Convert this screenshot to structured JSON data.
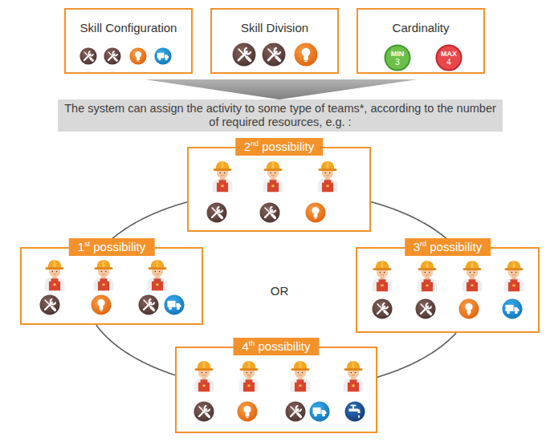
{
  "diagram": {
    "nodes": [
      {
        "text": [
          "Skill Configuration"
        ]
      },
      {
        "text": [
          "Skill Division"
        ]
      },
      {
        "text": [
          "Cardinality"
        ]
      },
      {
        "text": [
          "MIN",
          "3"
        ],
        "in": 2
      },
      {
        "text": [
          "MAX",
          "4"
        ],
        "in": 2
      },
      {
        "text": [
          "The system can assign the activity to some type of teams*, according to the number of required resources, e.g. :"
        ]
      },
      {
        "text": [
          "2nd possibility"
        ]
      },
      {
        "text": [
          "1st possibility"
        ]
      },
      {
        "text": [
          "3rd possibility"
        ]
      },
      {
        "text": [
          "4th possibility"
        ]
      }
    ],
    "edges": [
      {
        "from": 6,
        "to": 7,
        "arrow": "none"
      },
      {
        "from": 6,
        "to": 8,
        "arrow": "none"
      },
      {
        "from": 7,
        "to": 9,
        "arrow": "none"
      },
      {
        "from": 8,
        "to": 9,
        "arrow": "none"
      }
    ],
    "labels": [
      "OR"
    ]
  }
}
